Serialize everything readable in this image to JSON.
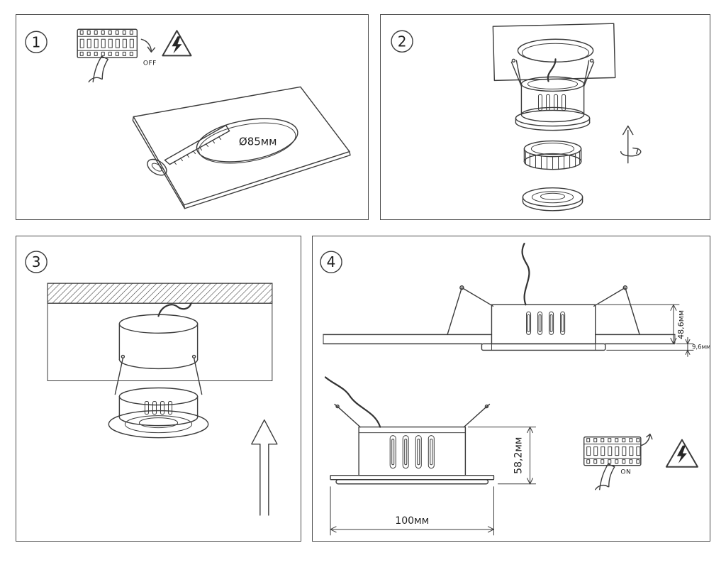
{
  "steps": {
    "step1": {
      "number": "1",
      "power_label": "OFF",
      "hole_label": "Ø85мм"
    },
    "step2": {
      "number": "2"
    },
    "step3": {
      "number": "3"
    },
    "step4": {
      "number": "4",
      "power_label": "ON",
      "dims": {
        "recess_height": "48,6мм",
        "trim_height": "9,6мм",
        "total_height": "58,2мм",
        "trim_width": "100мм"
      }
    }
  },
  "icons": {
    "hazard": "electric-shock-warning-triangle",
    "breaker": "circuit-breaker-switch-row"
  }
}
